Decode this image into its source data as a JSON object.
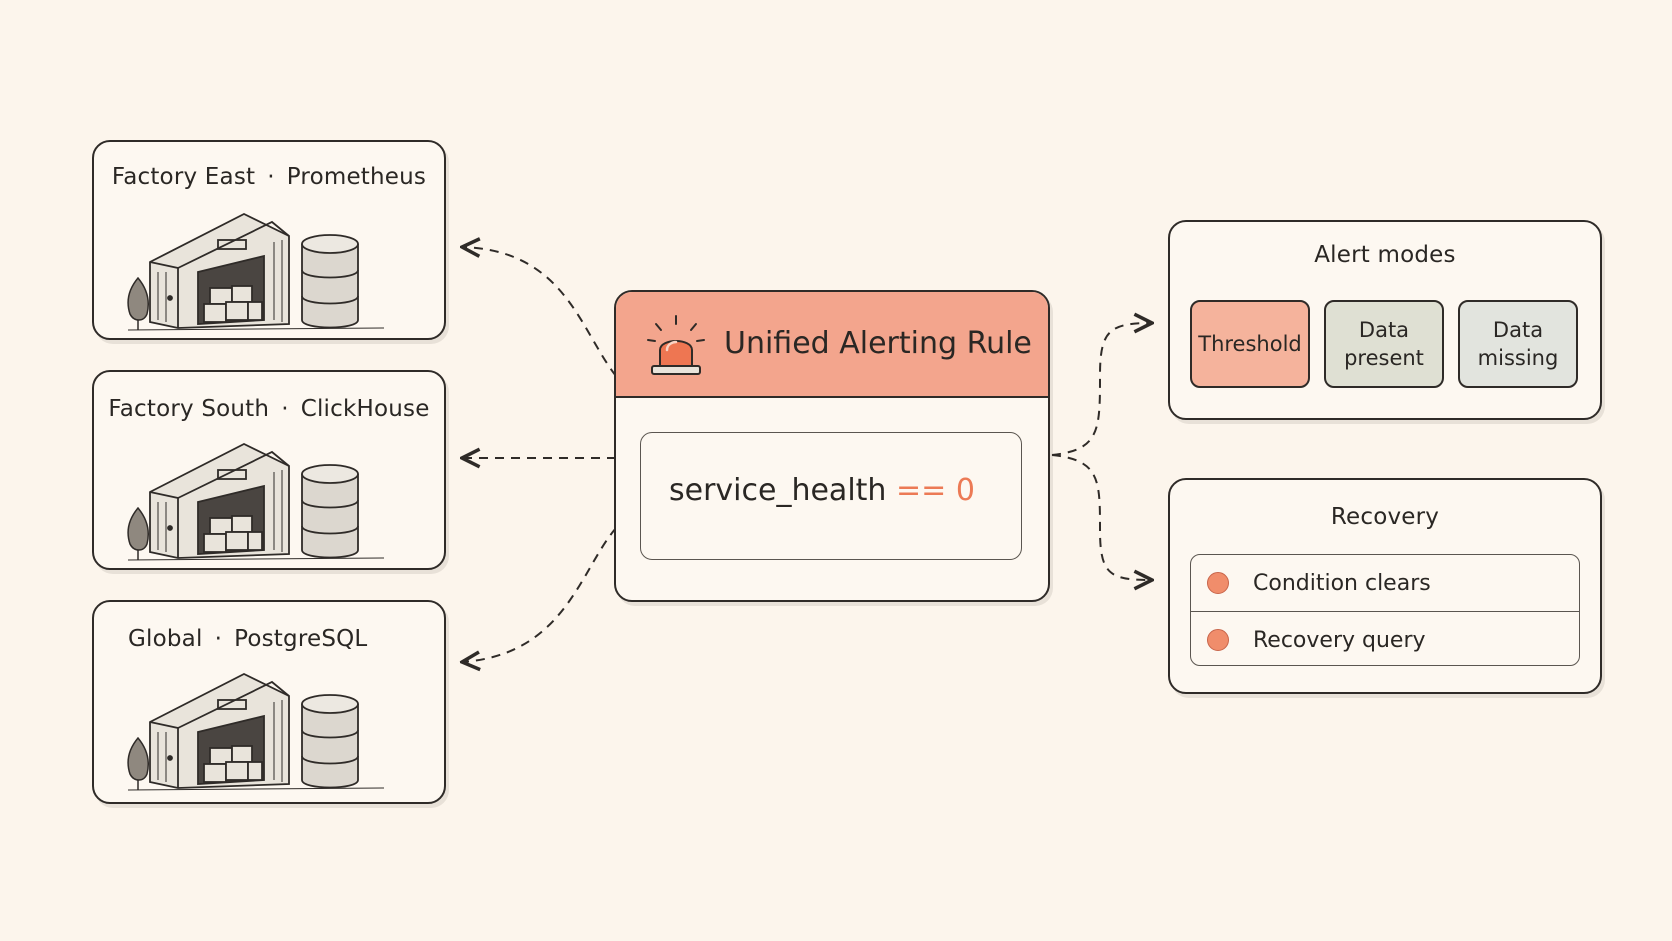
{
  "sources": [
    {
      "name": "Factory East",
      "datasource": "Prometheus"
    },
    {
      "name": "Factory South",
      "datasource": "ClickHouse"
    },
    {
      "name": "Global",
      "datasource": "PostgreSQL"
    }
  ],
  "rule": {
    "title": "Unified Alerting Rule",
    "expression": {
      "metric": "service_health",
      "operator": "==",
      "value": "0"
    }
  },
  "alert_modes": {
    "title": "Alert modes",
    "modes": [
      {
        "line1": "Threshold",
        "line2": ""
      },
      {
        "line1": "Data",
        "line2": "present"
      },
      {
        "line1": "Data",
        "line2": "missing"
      }
    ]
  },
  "recovery": {
    "title": "Recovery",
    "items": [
      "Condition clears",
      "Recovery query"
    ]
  },
  "colors": {
    "background": "#fcf5ec",
    "accent": "#f3a58d",
    "accent_strong": "#ec7a55",
    "mode_threshold": "#f5b39c",
    "mode_present": "#dfe0d3",
    "mode_missing": "#e2e4de"
  },
  "icons": [
    "alarm-siren-icon",
    "warehouse-icon",
    "database-icon",
    "tree-icon",
    "arrow-icon"
  ]
}
